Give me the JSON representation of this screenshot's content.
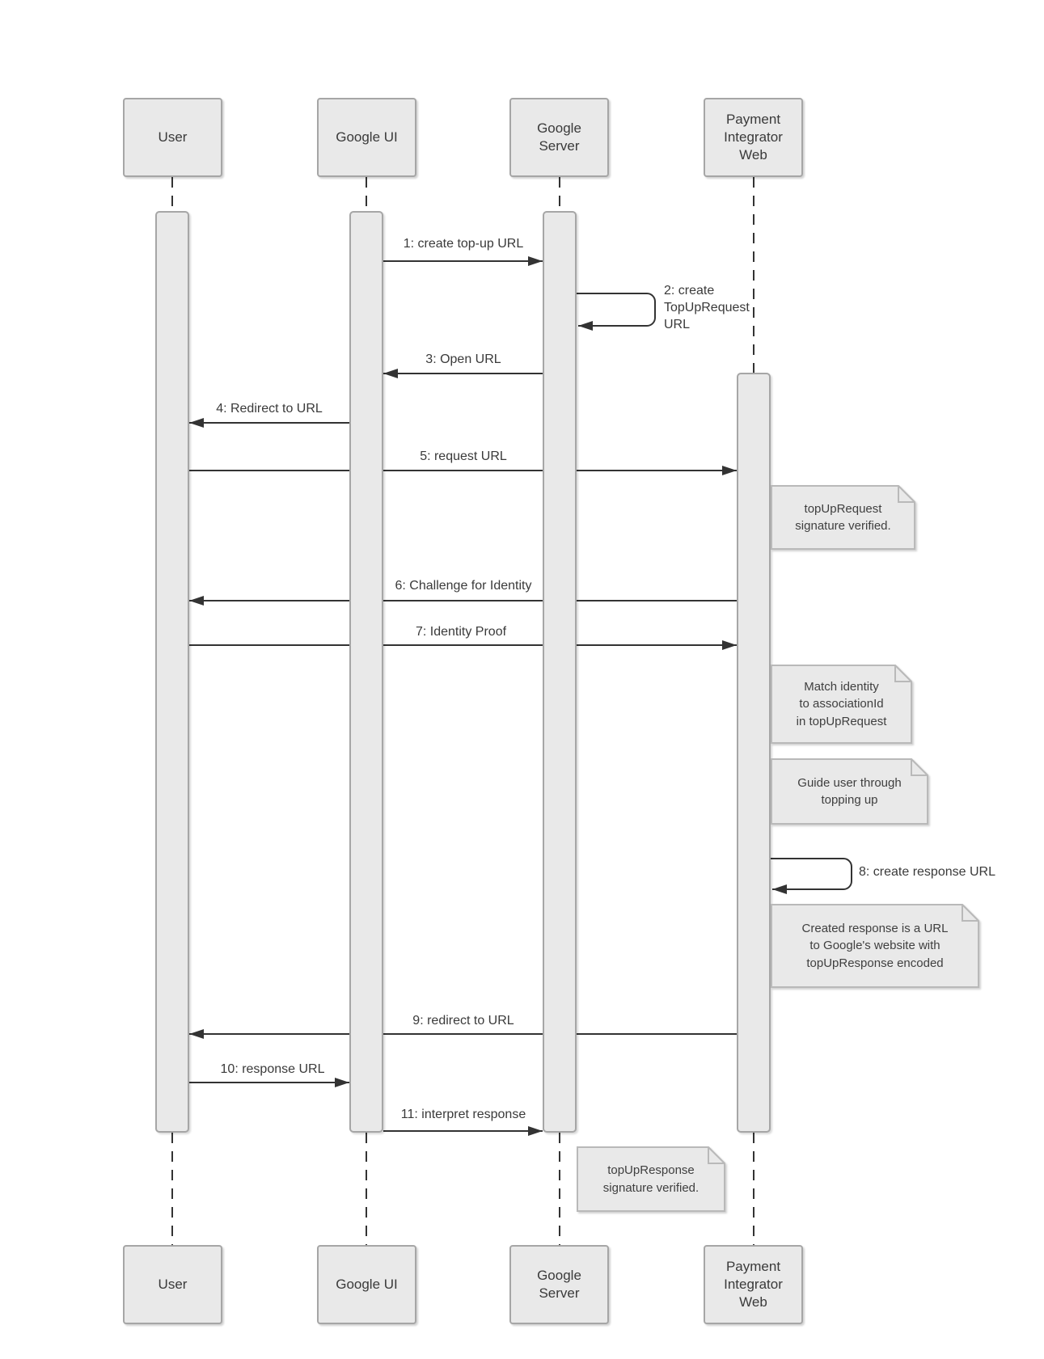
{
  "diagram": {
    "type": "uml-sequence-diagram",
    "colors": {
      "background": "#ffffff",
      "shape_fill": "#e9e9e9",
      "shape_border": "#a6a6a6",
      "note_border": "#b9b9b9",
      "line": "#333333",
      "text": "#3a3a3a"
    },
    "actors": [
      {
        "label": "User",
        "lines": [
          "User"
        ]
      },
      {
        "label": "Google UI",
        "lines": [
          "Google UI"
        ]
      },
      {
        "label": "Google Server",
        "lines": [
          "Google",
          "Server"
        ]
      },
      {
        "label": "Payment Integrator Web",
        "lines": [
          "Payment",
          "Integrator",
          "Web"
        ]
      }
    ],
    "messages": [
      {
        "label": "1: create top-up URL",
        "from": "Google UI",
        "to": "Google Server"
      },
      {
        "label": "2: create TopUpRequest URL",
        "from": "Google Server",
        "to": "Google Server",
        "kind": "self",
        "lines": [
          "2: create",
          "TopUpRequest",
          "URL"
        ]
      },
      {
        "label": "3: Open URL",
        "from": "Google Server",
        "to": "Google UI"
      },
      {
        "label": "4: Redirect to URL",
        "from": "Google UI",
        "to": "User"
      },
      {
        "label": "5: request URL",
        "from": "User",
        "to": "Payment Integrator Web"
      },
      {
        "label": "6: Challenge for Identity",
        "from": "Payment Integrator Web",
        "to": "User"
      },
      {
        "label": "7: Identity Proof",
        "from": "User",
        "to": "Payment Integrator Web"
      },
      {
        "label": "8: create response URL",
        "from": "Payment Integrator Web",
        "to": "Payment Integrator Web",
        "kind": "self"
      },
      {
        "label": "9: redirect to URL",
        "from": "Payment Integrator Web",
        "to": "User"
      },
      {
        "label": "10: response URL",
        "from": "User",
        "to": "Google UI"
      },
      {
        "label": "11: interpret response",
        "from": "Google UI",
        "to": "Google Server"
      }
    ],
    "notes": [
      {
        "label": "topUpRequest signature verified.",
        "attached_to": "Payment Integrator Web",
        "lines": [
          "topUpRequest",
          "signature verified."
        ]
      },
      {
        "label": "Match identity to associationId in topUpRequest",
        "attached_to": "Payment Integrator Web",
        "lines": [
          "Match identity",
          "to associationId",
          "in topUpRequest"
        ]
      },
      {
        "label": "Guide user through topping up",
        "attached_to": "Payment Integrator Web",
        "lines": [
          "Guide user through",
          "topping up"
        ]
      },
      {
        "label": "Created response is a URL to Google's website with topUpResponse encoded",
        "attached_to": "Payment Integrator Web",
        "lines": [
          "Created response is a URL",
          "to Google's website with",
          "topUpResponse encoded"
        ]
      },
      {
        "label": "topUpResponse signature verified.",
        "attached_to": "Google Server",
        "lines": [
          "topUpResponse",
          "signature verified."
        ]
      }
    ]
  }
}
